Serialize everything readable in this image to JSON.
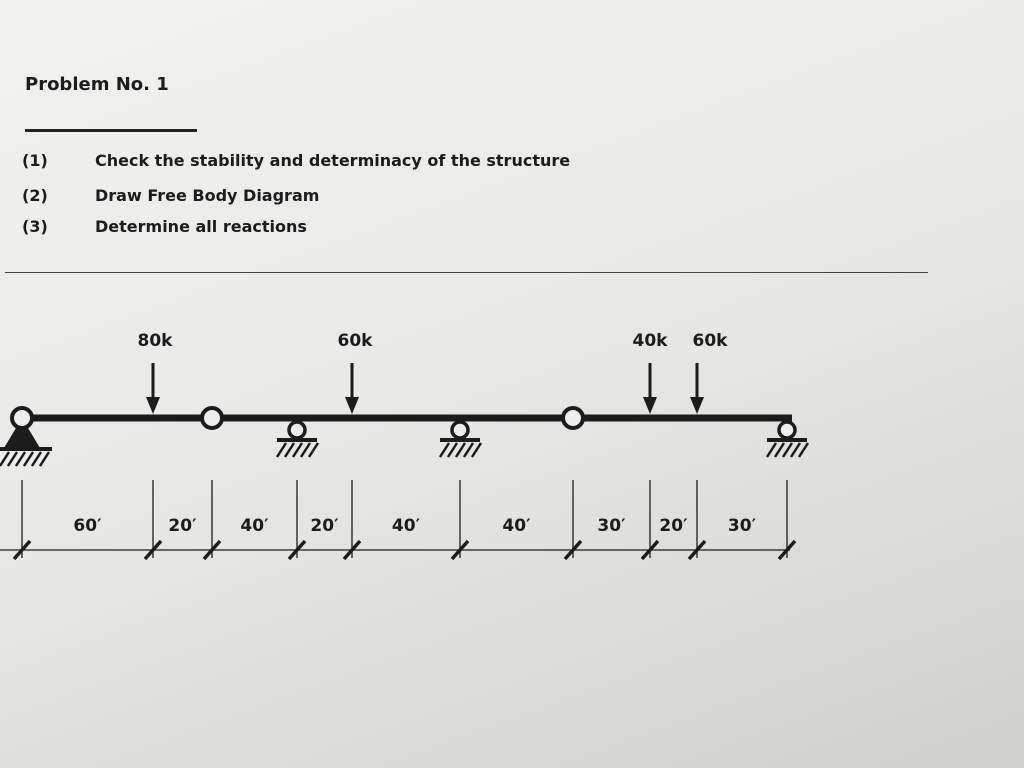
{
  "problem": {
    "title": "Problem No. 1",
    "items": [
      {
        "num": "(1)",
        "text": "Check the stability and determinacy of the structure"
      },
      {
        "num": "(2)",
        "text": "Draw Free Body Diagram"
      },
      {
        "num": "(3)",
        "text": "Determine all reactions"
      }
    ]
  },
  "diagram": {
    "loads": [
      "80k",
      "60k",
      "40k",
      "60k"
    ],
    "spans": [
      "60′",
      "20′",
      "40′",
      "20′",
      "40′",
      "40′",
      "30′",
      "20′",
      "30′"
    ],
    "supports": [
      "pin",
      "hinge",
      "roller",
      "roller",
      "hinge",
      "roller"
    ]
  }
}
